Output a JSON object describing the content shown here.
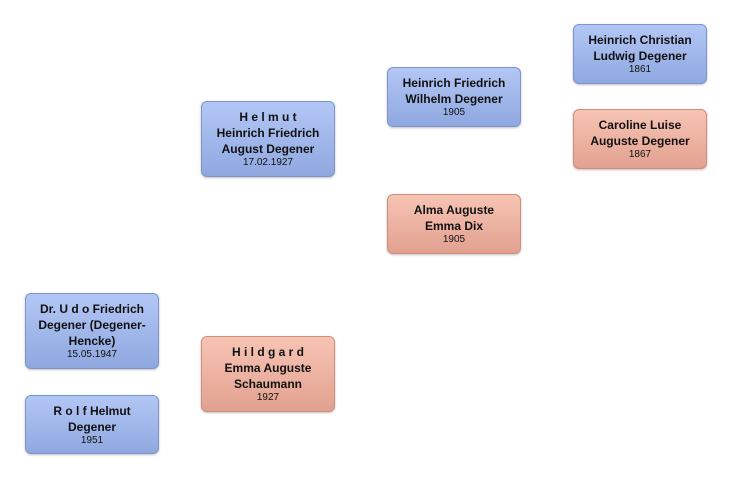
{
  "persons": {
    "udo": {
      "name": "Dr. U d o Friedrich\nDegener (Degener-\nHencke)",
      "date": "15.05.1947",
      "gender": "male"
    },
    "rolf": {
      "name": "R o l f Helmut\nDegener",
      "date": "1951",
      "gender": "male"
    },
    "helmut": {
      "name": "H e l m u t\nHeinrich Friedrich\nAugust Degener",
      "date": "17.02.1927",
      "gender": "male"
    },
    "hildgard": {
      "name": "H i l d g a r d\nEmma Auguste\nSchaumann",
      "date": "1927",
      "gender": "female"
    },
    "heinrich_friedrich_wilhelm": {
      "name": "Heinrich Friedrich\nWilhelm Degener",
      "date": "1905",
      "gender": "male"
    },
    "alma": {
      "name": "Alma Auguste\nEmma Dix",
      "date": "1905",
      "gender": "female"
    },
    "heinrich_christian_ludwig": {
      "name": "Heinrich Christian\nLudwig Degener",
      "date": "1861",
      "gender": "male"
    },
    "caroline": {
      "name": "Caroline Luise\nAuguste Degener",
      "date": "1867",
      "gender": "female"
    }
  },
  "colors": {
    "male": "#a3b9ee",
    "female": "#efb3a2"
  }
}
